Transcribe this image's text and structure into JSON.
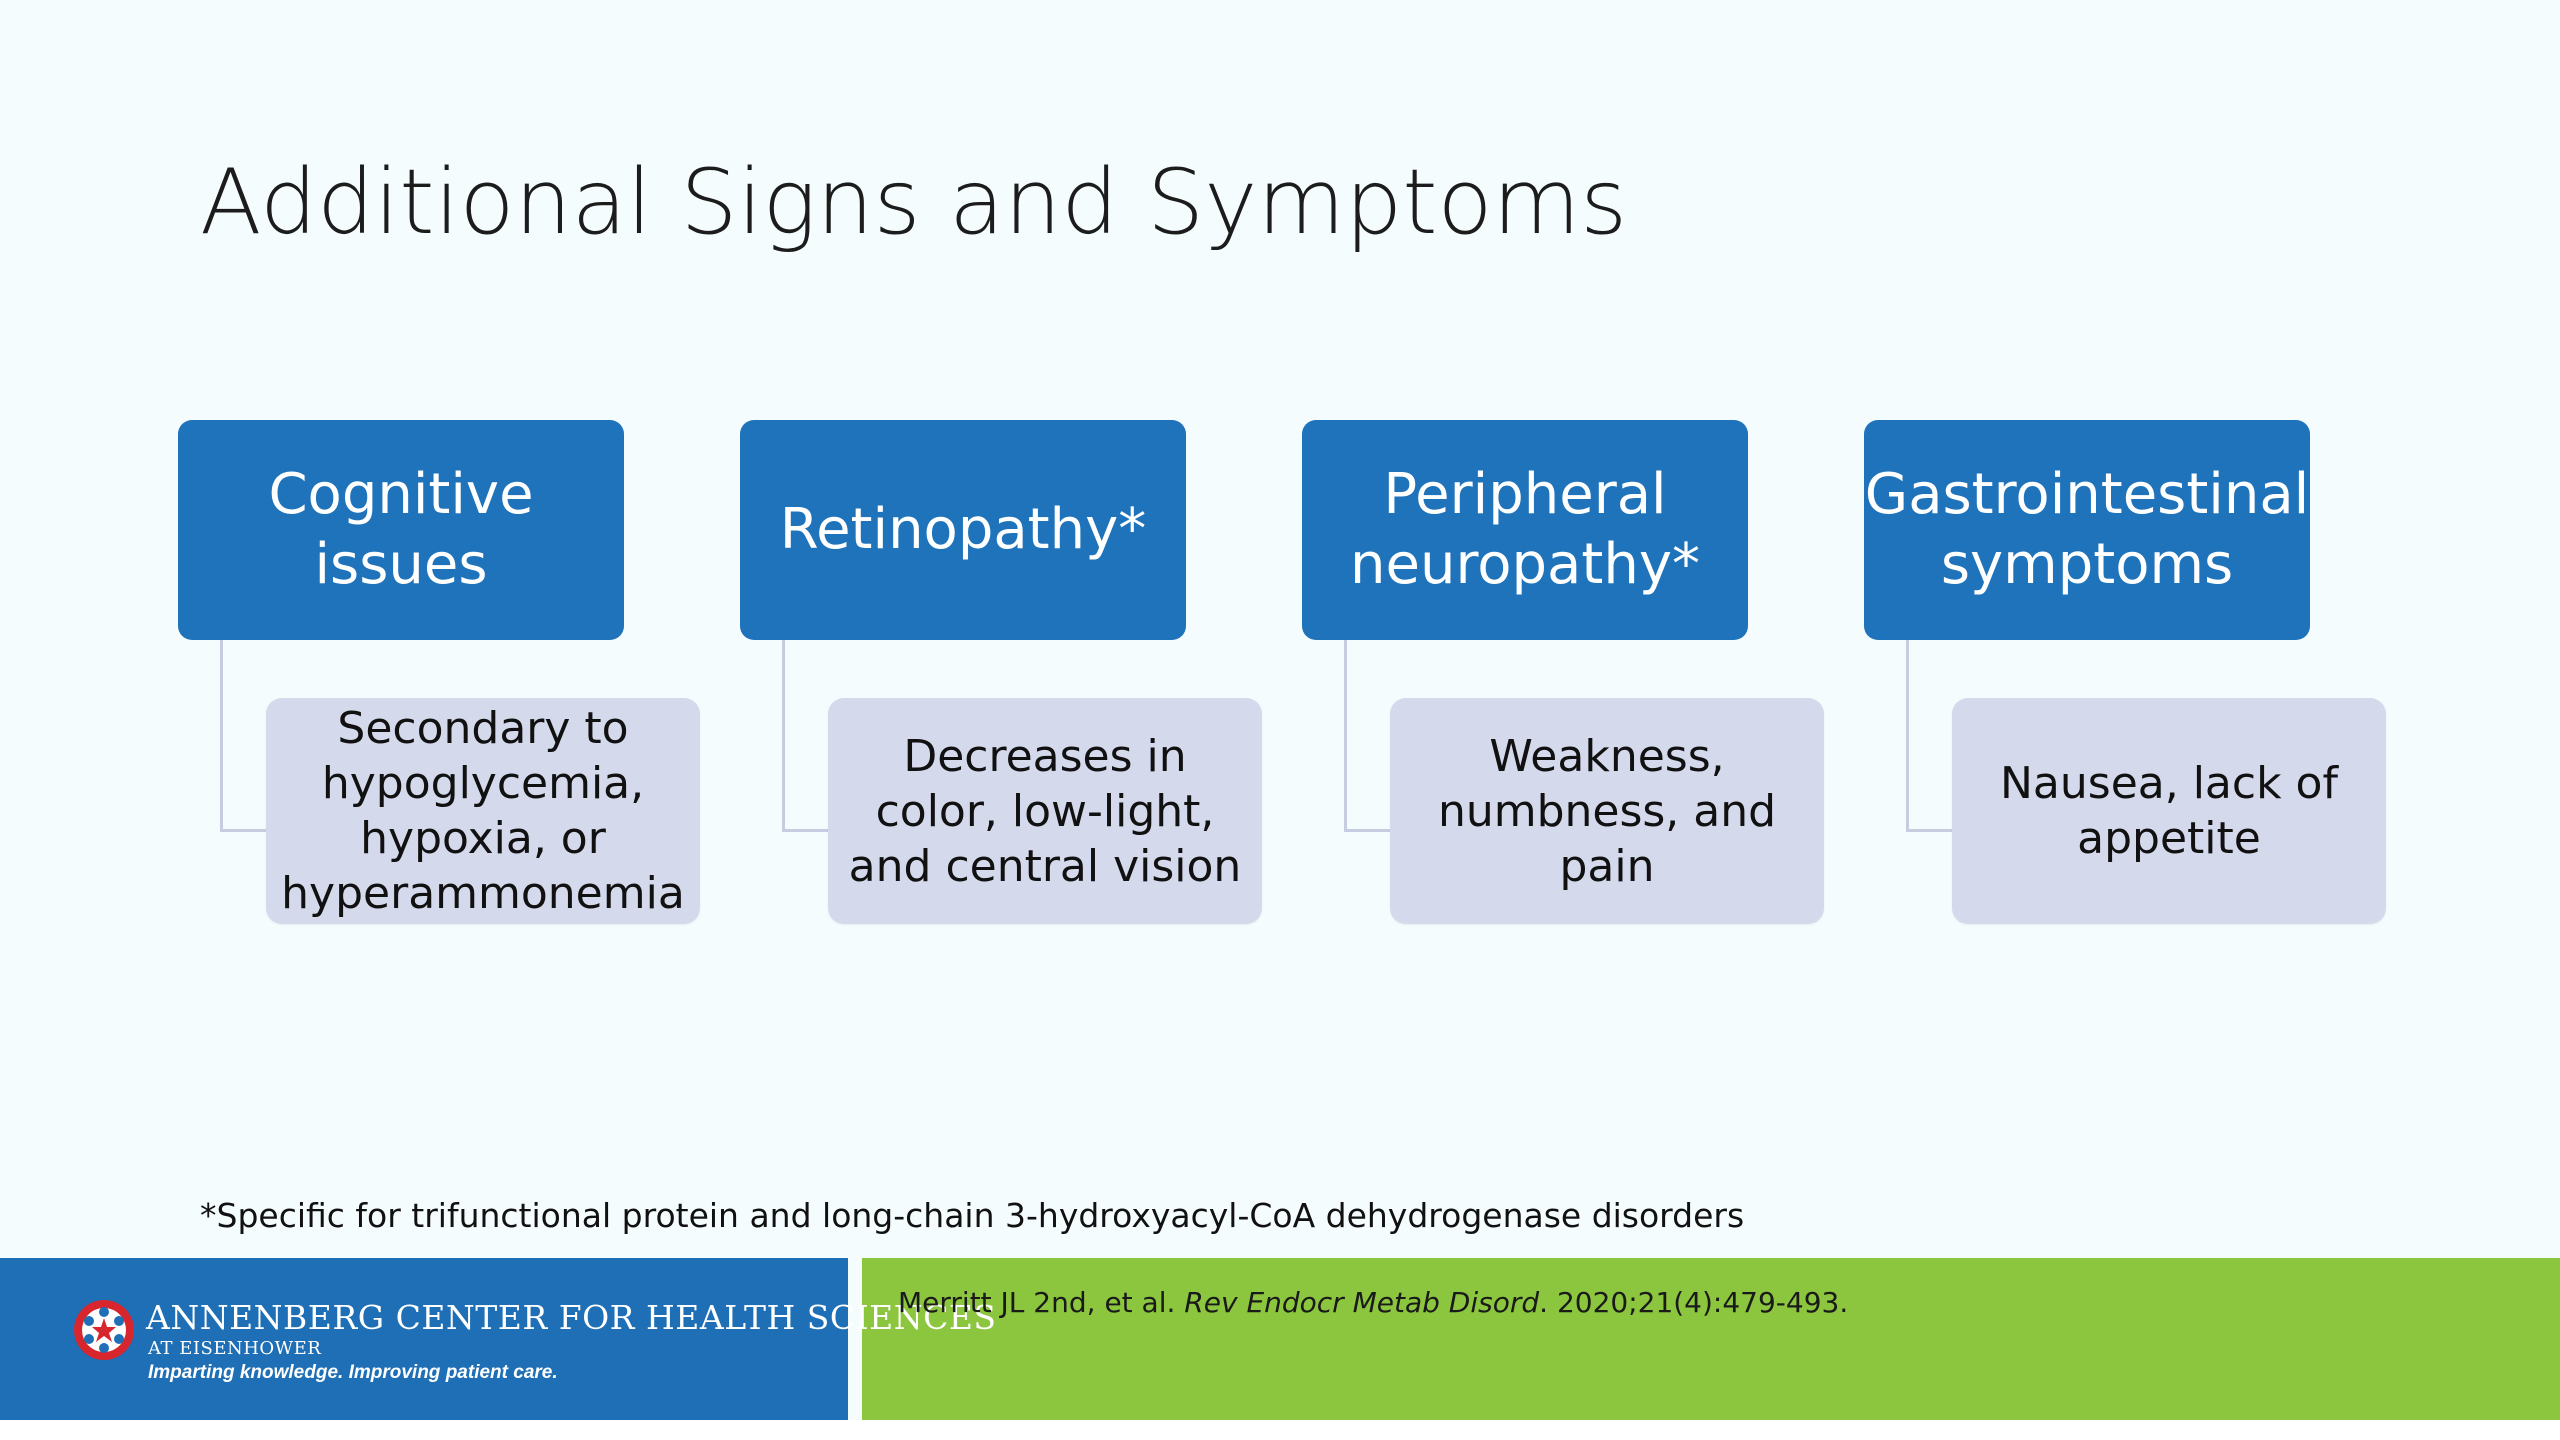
{
  "title": "Additional Signs and Symptoms",
  "columns": [
    {
      "heading": "Cognitive issues",
      "detail": "Secondary to hypoglycemia, hypoxia, or hyperammonemia"
    },
    {
      "heading": "Retinopathy*",
      "detail": "Decreases in color, low-light, and central vision"
    },
    {
      "heading": "Peripheral neuropathy*",
      "detail": "Weakness, numbness, and pain"
    },
    {
      "heading": "Gastrointestinal symptoms",
      "detail": "Nausea, lack of appetite"
    }
  ],
  "footnote": "*Specific for trifunctional protein and long-chain 3-hydroxyacyl-CoA dehydrogenase disorders",
  "footer": {
    "org_name": "ANNENBERG CENTER FOR HEALTH SCIENCES",
    "org_sub": "AT EISENHOWER",
    "tagline": "Imparting knowledge. Improving patient care.",
    "citation_authors": "Merritt JL 2nd, et al. ",
    "citation_journal": "Rev Endocr Metab Disord",
    "citation_details": ". 2020;21(4):479-493.",
    "logo_icon": "star-logo-icon"
  },
  "colors": {
    "heading_box": "#1e73bb",
    "detail_box": "#d4d9ec",
    "footer_blue": "#1e6fb5",
    "footer_green": "#8cc63e"
  }
}
